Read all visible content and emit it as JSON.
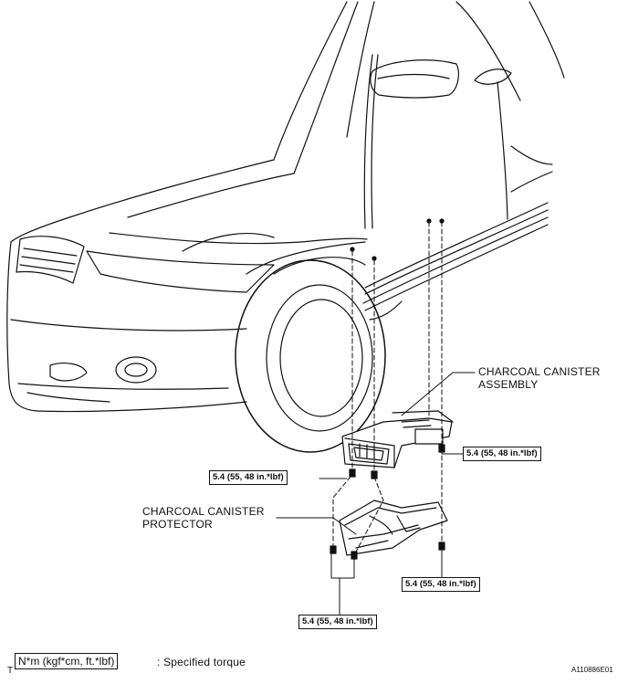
{
  "labels": {
    "assembly": "CHARCOAL CANISTER\nASSEMBLY",
    "protector": "CHARCOAL CANISTER\nPROTECTOR"
  },
  "torque": {
    "top_right": "5.4 (55, 48 in.*lbf)",
    "middle_left": "5.4 (55, 48 in.*lbf)",
    "lower_right": "5.4 (55, 48 in.*lbf)",
    "bottom_center": "5.4 (55, 48 in.*lbf)"
  },
  "legend": {
    "marker": "T",
    "box_text": "N*m (kgf*cm, ft.*lbf)",
    "description": ": Specified torque"
  },
  "figure_id": "A110886E01"
}
